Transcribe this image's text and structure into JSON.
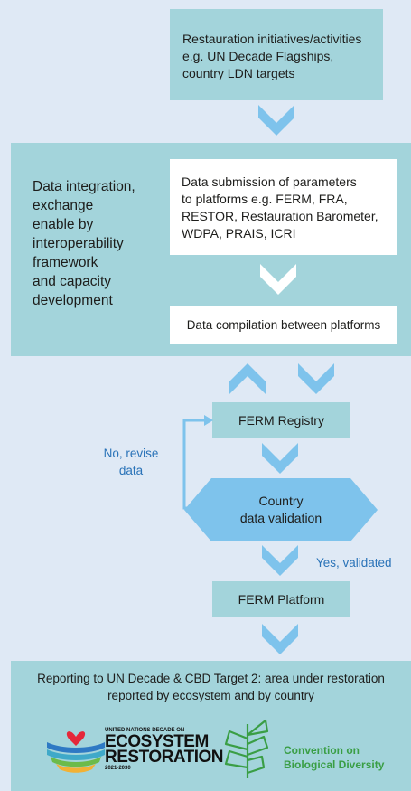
{
  "top_box": {
    "lines": [
      "Restauration initiatives/activities",
      "e.g. UN Decade Flagships,",
      "country LDN targets"
    ]
  },
  "middle_panel": {
    "left_lines": [
      "Data integration,",
      "exchange",
      "enable by",
      "interoperability",
      "framework",
      "and capacity",
      "development"
    ],
    "submission_lines": [
      "Data submission of parameters",
      "to platforms e.g. FERM, FRA,",
      "RESTOR, Restauration Barometer,",
      "WDPA, PRAIS, ICRI"
    ],
    "compilation": "Data compilation between platforms"
  },
  "flow": {
    "registry": "FERM Registry",
    "validation_line1": "Country",
    "validation_line2": "data validation",
    "no_line1": "No, revise",
    "no_line2": "data",
    "yes": "Yes, validated",
    "platform": "FERM Platform"
  },
  "bottom_panel": {
    "line1": "Reporting to UN Decade & CBD Target 2: area under restoration",
    "line2": "reported by ecosystem and by country",
    "logo1_small": "UNITED NATIONS DECADE ON",
    "logo1_big1": "ECOSYSTEM",
    "logo1_big2": "RESTORATION",
    "logo1_years": "2021-2030",
    "logo2_line1": "Convention on",
    "logo2_line2": "Biological Diversity"
  },
  "colors": {
    "teal_box": "#a3d4db",
    "background": "#dfe9f5",
    "arrow_blue": "#7ec3ec",
    "text_blue": "#2a73b8",
    "cbd_green": "#3a9e45"
  }
}
